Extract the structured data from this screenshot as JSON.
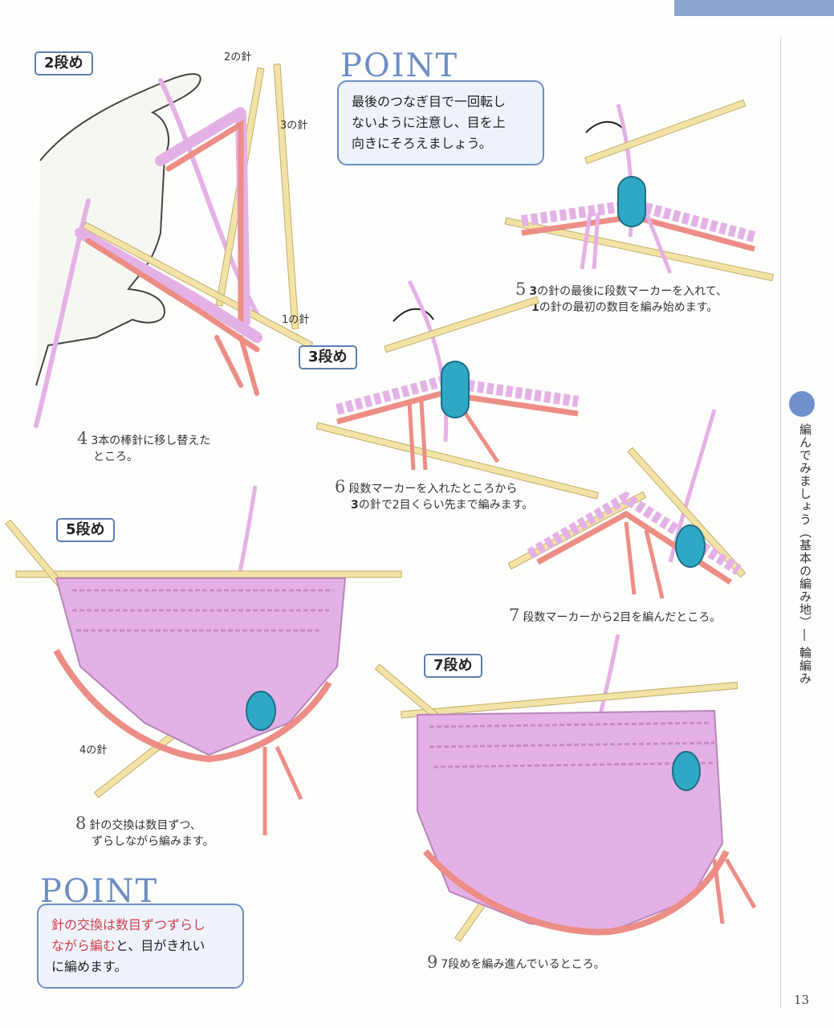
{
  "page": {
    "number": "13",
    "side_title": "編んでみましょう（基本の編み地）― 輪編み"
  },
  "stages": {
    "s2": "2段め",
    "s3": "3段め",
    "s5": "5段め",
    "s7": "7段め"
  },
  "labels": {
    "needle1": "1の針",
    "needle2": "2の針",
    "needle3": "3の針",
    "needle4": "4の針"
  },
  "point1": {
    "title": "POINT",
    "text_lines": [
      "最後のつなぎ目で一回転し",
      "ないように注意し、目を上",
      "向きにそろえましょう。"
    ]
  },
  "point2": {
    "title": "POINT",
    "red_line1": "針の交換は数目ずつずらし",
    "red_line2a": "ながら編む",
    "line2b": "と、目がきれい",
    "line3": "に編めます。"
  },
  "captions": {
    "c4": {
      "num": "4",
      "lines": [
        "3本の棒針に移し替えた",
        "ところ。"
      ]
    },
    "c5": {
      "num": "5",
      "bold1": "3",
      "line1": "の針の最後に段数マーカーを入れて、",
      "bold2": "1",
      "line2": "の針の最初の数目を編み始めます。"
    },
    "c6": {
      "num": "6",
      "line1": "段数マーカーを入れたところから",
      "bold2": "3",
      "line2": "の針で2目くらい先まで編みます。"
    },
    "c7": {
      "num": "7",
      "line1": "段数マーカーから2目を編んだところ。"
    },
    "c8": {
      "num": "8",
      "lines": [
        "針の交換は数目ずつ、",
        "ずらしながら編みます。"
      ]
    },
    "c9": {
      "num": "9",
      "line1": "7段めを編み進んでいるところ。"
    }
  },
  "colors": {
    "yarn_pink": "#e4b1e6",
    "yarn_coral": "#ec8d86",
    "needle": "#f3e2a6",
    "marker": "#2fa8c5",
    "accent": "#6d8ec4"
  }
}
